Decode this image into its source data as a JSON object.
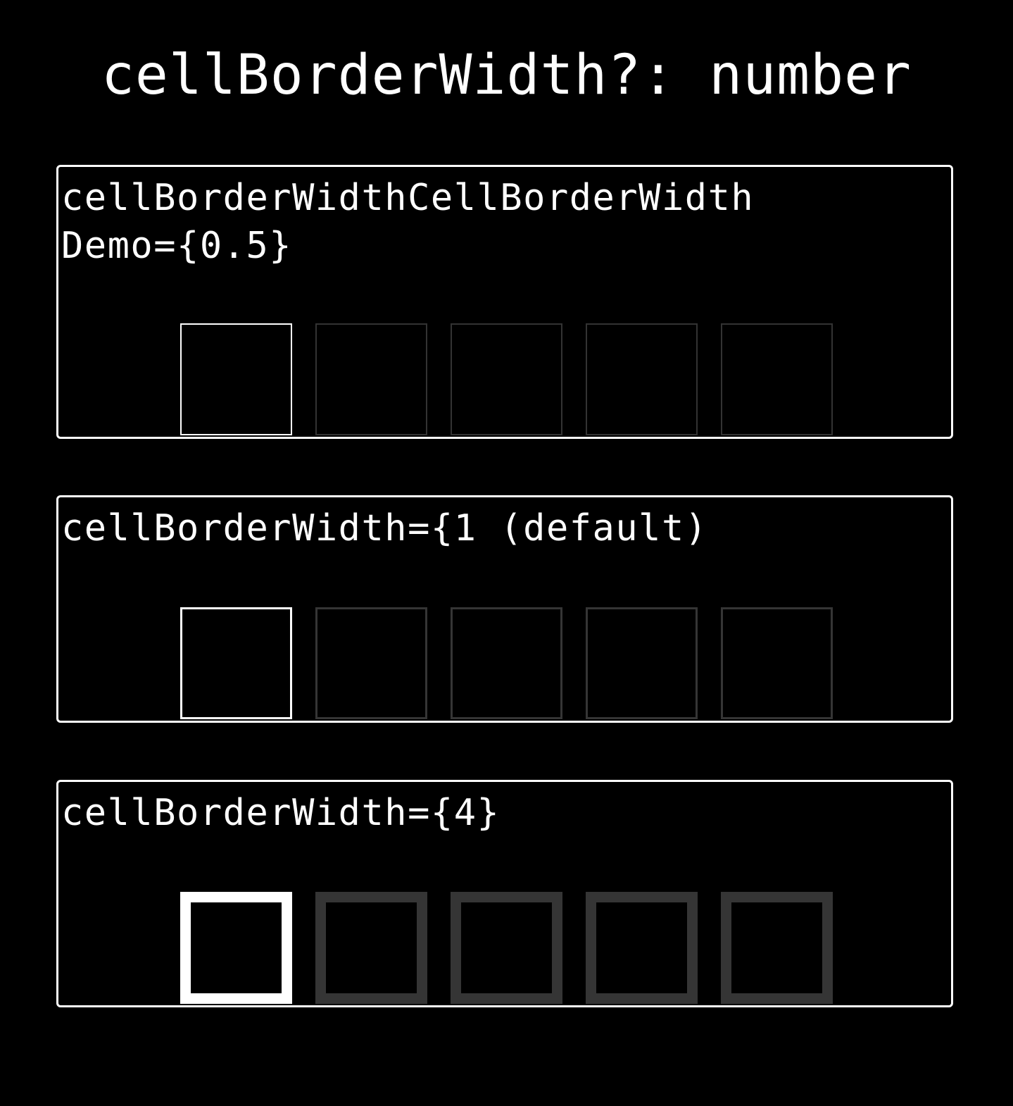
{
  "title": "cellBorderWidth?: number",
  "colors": {
    "background": "#000000",
    "text": "#ffffff",
    "active_cell_border": "#ffffff",
    "inactive_cell_border": "#333333"
  },
  "panels": [
    {
      "label": "cellBorderWidthCellBorderWidth\nDemo={0.5}",
      "cell_border_width": 0.5,
      "cell_count": 5,
      "active_cell_index": 0
    },
    {
      "label": "cellBorderWidth={1 (default)",
      "cell_border_width": 1,
      "cell_count": 5,
      "active_cell_index": 0
    },
    {
      "label": "cellBorderWidth={4}",
      "cell_border_width": 4,
      "cell_count": 5,
      "active_cell_index": 0
    }
  ]
}
